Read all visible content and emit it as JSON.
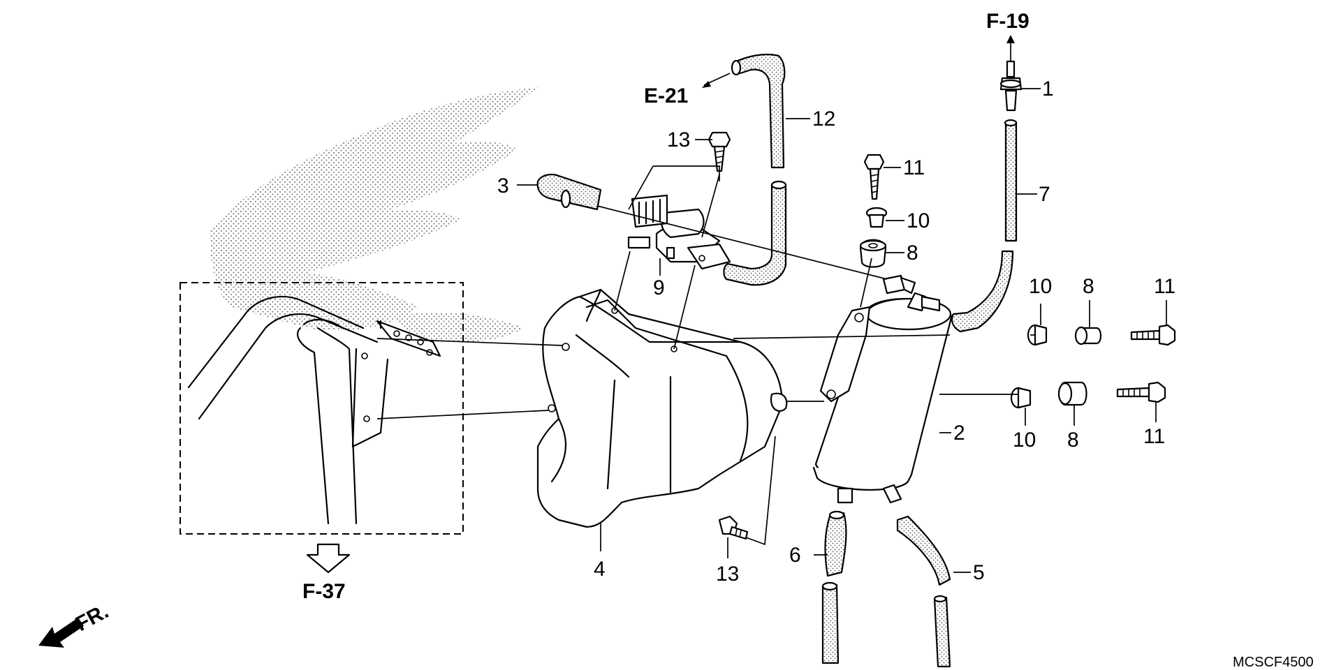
{
  "diagram": {
    "drawing_code": "MCSCF4500",
    "front_marker": "FR.",
    "references": {
      "f19": "F-19",
      "e21": "E-21",
      "f37": "F-37"
    },
    "callouts": {
      "c1": "1",
      "c2": "2",
      "c3": "3",
      "c4": "4",
      "c5": "5",
      "c6": "6",
      "c7": "7",
      "c8a": "8",
      "c8b": "8",
      "c8c": "8",
      "c9": "9",
      "c10a": "10",
      "c10b": "10",
      "c10c": "10",
      "c11a": "11",
      "c11b": "11",
      "c11c": "11",
      "c12": "12",
      "c13a": "13",
      "c13b": "13"
    }
  }
}
